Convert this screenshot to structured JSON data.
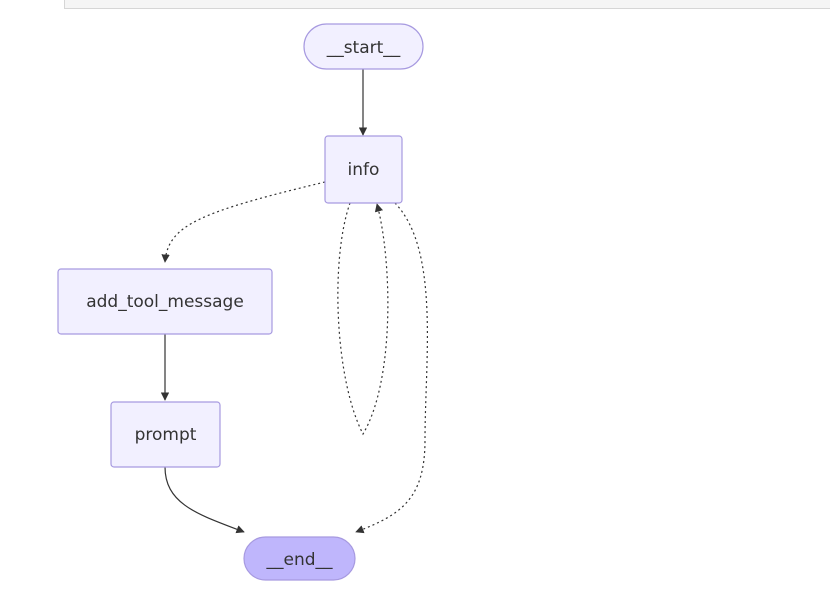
{
  "graph": {
    "nodes": {
      "start": "__start__",
      "info": "info",
      "add_tool_message": "add_tool_message",
      "prompt": "prompt",
      "end": "__end__"
    },
    "colors": {
      "node_fill": "#f2f0ff",
      "node_stroke": "#a79ae0",
      "end_fill": "#bfb6fc",
      "edge": "#333333",
      "text": "#333333"
    }
  }
}
